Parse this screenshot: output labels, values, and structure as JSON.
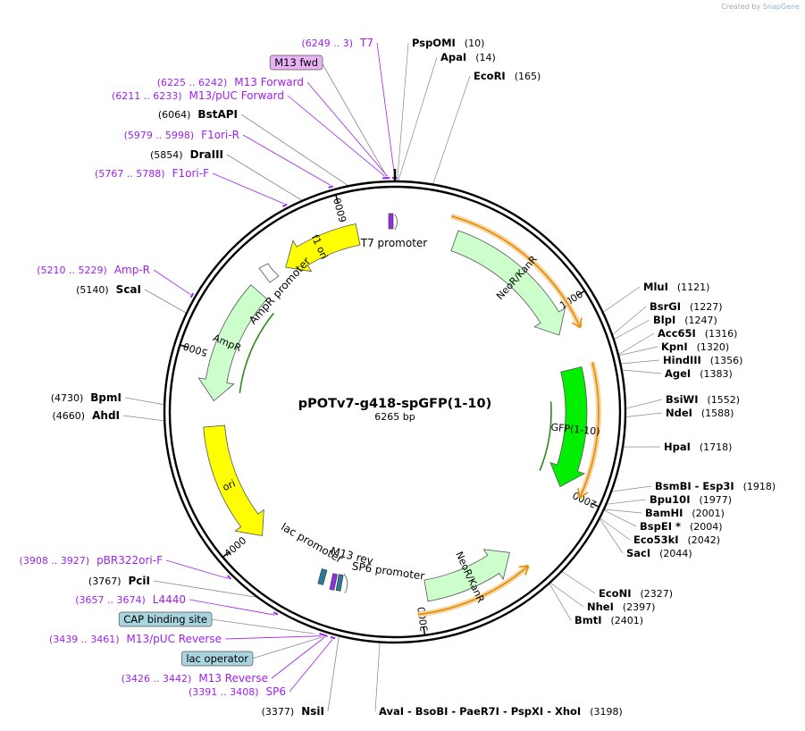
{
  "credit": {
    "prefix": "Created by",
    "brand": "SnapGene"
  },
  "plasmid": {
    "name": "pPOTv7-g418-spGFP(1-10)",
    "size_label": "6265 bp",
    "length": 6265
  },
  "colors": {
    "primer": "#a020f0",
    "enzyme": "#000000",
    "ampr": "#ccffcc",
    "ori": "#ffff00",
    "gfp": "#00ee00",
    "orf": "#f5a623",
    "highlight_box": "#e8b3f5",
    "blue_box": "#a8d4e0"
  },
  "ticks": [
    "1000",
    "2000",
    "3000",
    "4000",
    "5000",
    "6000"
  ],
  "features": [
    {
      "label": "NeoR/KanR",
      "start": 335,
      "end": 1130,
      "dir": 1,
      "color": "#ccffcc"
    },
    {
      "label": "GFP(1-10)",
      "start": 1330,
      "end": 1990,
      "dir": 1,
      "color": "#00ee00"
    },
    {
      "label": "NeoR/KanR",
      "start": 2450,
      "end": 2960,
      "dir": -1,
      "color": "#ccffcc"
    },
    {
      "label": "ori",
      "start": 3950,
      "end": 4620,
      "dir": -1,
      "color": "#ffff00"
    },
    {
      "label": "AmpR",
      "start": 4760,
      "end": 5420,
      "dir": -1,
      "color": "#ccffcc"
    },
    {
      "label": "f1 ori",
      "start": 5620,
      "end": 6060,
      "dir": -1,
      "color": "#ffff00"
    }
  ],
  "small_labels": {
    "t7_promoter": "T7 promoter",
    "ampr_promoter": "AmpR promoter",
    "lac_promoter": "lac promoter",
    "m13_rev": "M13 rev",
    "sp6_promoter": "SP6 promoter"
  },
  "labels": [
    {
      "text": "(6249 .. 3)",
      "name": "T7",
      "kind": "primer",
      "pos": 6264
    },
    {
      "text": "M13 fwd",
      "kind": "box_purple",
      "pos": 6230
    },
    {
      "text": "(6225 .. 6242)",
      "name": "M13 Forward",
      "kind": "primer",
      "pos": 6233
    },
    {
      "text": "(6211 .. 6233)",
      "name": "M13/pUC Forward",
      "kind": "primer",
      "pos": 6222
    },
    {
      "text": "(6064)",
      "name": "BstAPI",
      "kind": "enzyme_left",
      "pos": 6064
    },
    {
      "text": "(5979 .. 5998)",
      "name": "F1ori-R",
      "kind": "primer",
      "pos": 5988
    },
    {
      "text": "(5854)",
      "name": "DraIII",
      "kind": "enzyme_left",
      "pos": 5854
    },
    {
      "text": "(5767 .. 5788)",
      "name": "F1ori-F",
      "kind": "primer",
      "pos": 5777
    },
    {
      "text": "(5210 .. 5229)",
      "name": "Amp-R",
      "kind": "primer",
      "pos": 5219
    },
    {
      "text": "(5140)",
      "name": "ScaI",
      "kind": "enzyme_left",
      "pos": 5140
    },
    {
      "text": "(4730)",
      "name": "BpmI",
      "kind": "enzyme_left",
      "pos": 4730
    },
    {
      "text": "(4660)",
      "name": "AhdI",
      "kind": "enzyme_left",
      "pos": 4660
    },
    {
      "text": "(3908 .. 3927)",
      "name": "pBR322ori-F",
      "kind": "primer",
      "pos": 3917
    },
    {
      "text": "(3767)",
      "name": "PciI",
      "kind": "enzyme_left",
      "pos": 3767
    },
    {
      "text": "(3657 .. 3674)",
      "name": "L4440",
      "kind": "primer",
      "pos": 3665
    },
    {
      "text": "CAP binding site",
      "kind": "box_blue",
      "pos": 3480
    },
    {
      "text": "(3439 .. 3461)",
      "name": "M13/pUC Reverse",
      "kind": "primer",
      "pos": 3450
    },
    {
      "text": "lac operator",
      "kind": "box_blue",
      "pos": 3440
    },
    {
      "text": "(3426 .. 3442)",
      "name": "M13 Reverse",
      "kind": "primer",
      "pos": 3434
    },
    {
      "text": "(3391 .. 3408)",
      "name": "SP6",
      "kind": "primer",
      "pos": 3400
    },
    {
      "text": "(3377)",
      "name": "NsiI",
      "kind": "enzyme_left",
      "pos": 3377
    },
    {
      "name": "PspOMI",
      "text": "(10)",
      "kind": "enzyme_right",
      "pos": 10
    },
    {
      "name": "ApaI",
      "text": "(14)",
      "kind": "enzyme_right",
      "pos": 14
    },
    {
      "name": "EcoRI",
      "text": "(165)",
      "kind": "enzyme_right",
      "pos": 165
    },
    {
      "name": "MluI",
      "text": "(1121)",
      "kind": "enzyme_right",
      "pos": 1121
    },
    {
      "name": "BsrGI",
      "text": "(1227)",
      "kind": "enzyme_right",
      "pos": 1227
    },
    {
      "name": "BlpI",
      "text": "(1247)",
      "kind": "enzyme_right",
      "pos": 1247
    },
    {
      "name": "Acc65I",
      "text": "(1316)",
      "kind": "enzyme_right",
      "pos": 1316
    },
    {
      "name": "KpnI",
      "text": "(1320)",
      "kind": "enzyme_right",
      "pos": 1320
    },
    {
      "name": "HindIII",
      "text": "(1356)",
      "kind": "enzyme_right",
      "pos": 1356
    },
    {
      "name": "AgeI",
      "text": "(1383)",
      "kind": "enzyme_right",
      "pos": 1383
    },
    {
      "name": "BsiWI",
      "text": "(1552)",
      "kind": "enzyme_right",
      "pos": 1552
    },
    {
      "name": "NdeI",
      "text": "(1588)",
      "kind": "enzyme_right",
      "pos": 1588
    },
    {
      "name": "HpaI",
      "text": "(1718)",
      "kind": "enzyme_right",
      "pos": 1718
    },
    {
      "name": "BsmBI  -  Esp3I",
      "text": "(1918)",
      "kind": "enzyme_right",
      "pos": 1918
    },
    {
      "name": "Bpu10I",
      "text": "(1977)",
      "kind": "enzyme_right",
      "pos": 1977
    },
    {
      "name": "BamHI",
      "text": "(2001)",
      "kind": "enzyme_right",
      "pos": 2001
    },
    {
      "name": "BspEI *",
      "text": "(2004)",
      "kind": "enzyme_right",
      "pos": 2004
    },
    {
      "name": "Eco53kI",
      "text": "(2042)",
      "kind": "enzyme_right",
      "pos": 2042
    },
    {
      "name": "SacI",
      "text": "(2044)",
      "kind": "enzyme_right",
      "pos": 2044
    },
    {
      "name": "EcoNI",
      "text": "(2327)",
      "kind": "enzyme_right",
      "pos": 2327
    },
    {
      "name": "NheI",
      "text": "(2397)",
      "kind": "enzyme_right",
      "pos": 2397
    },
    {
      "name": "BmtI",
      "text": "(2401)",
      "kind": "enzyme_right",
      "pos": 2401
    },
    {
      "name": "AvaI  -  BsoBI  -  PaeR7I  -  PspXI  -  XhoI",
      "text": "(3198)",
      "kind": "enzyme_right",
      "pos": 3198
    }
  ]
}
